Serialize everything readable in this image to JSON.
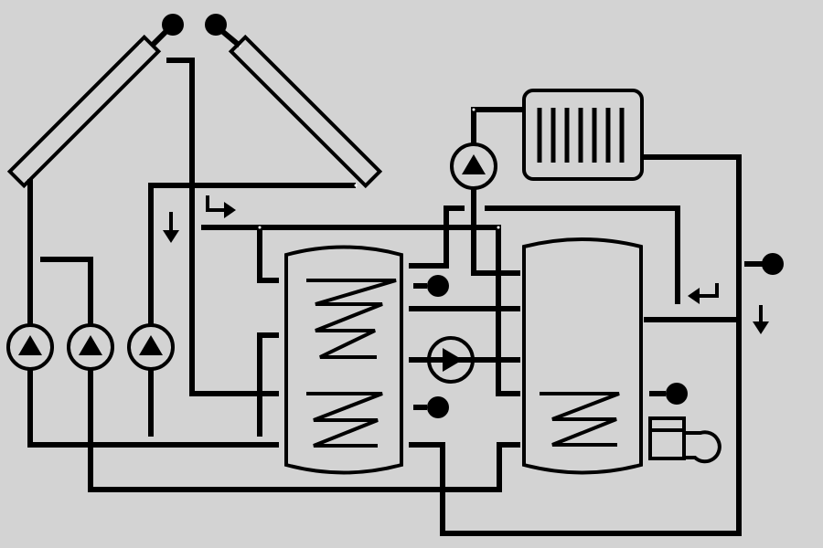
{
  "colors": {
    "background": "#d3d3d3",
    "line": "#000000",
    "highlight": "#ffffff",
    "panel_fill": "#d3d3d3"
  },
  "components": {
    "solar_collectors": 2,
    "circulation_pumps": 5,
    "storage_tanks": 2,
    "radiator": 1,
    "temperature_sensors": 6,
    "boiler": 1,
    "flow_direction_arrows": 4
  },
  "icons": [
    "solar-collector-icon",
    "pump-icon",
    "radiator-icon",
    "sensor-icon",
    "heat-exchanger-coil-icon",
    "boiler-icon",
    "flow-arrow-icon"
  ]
}
